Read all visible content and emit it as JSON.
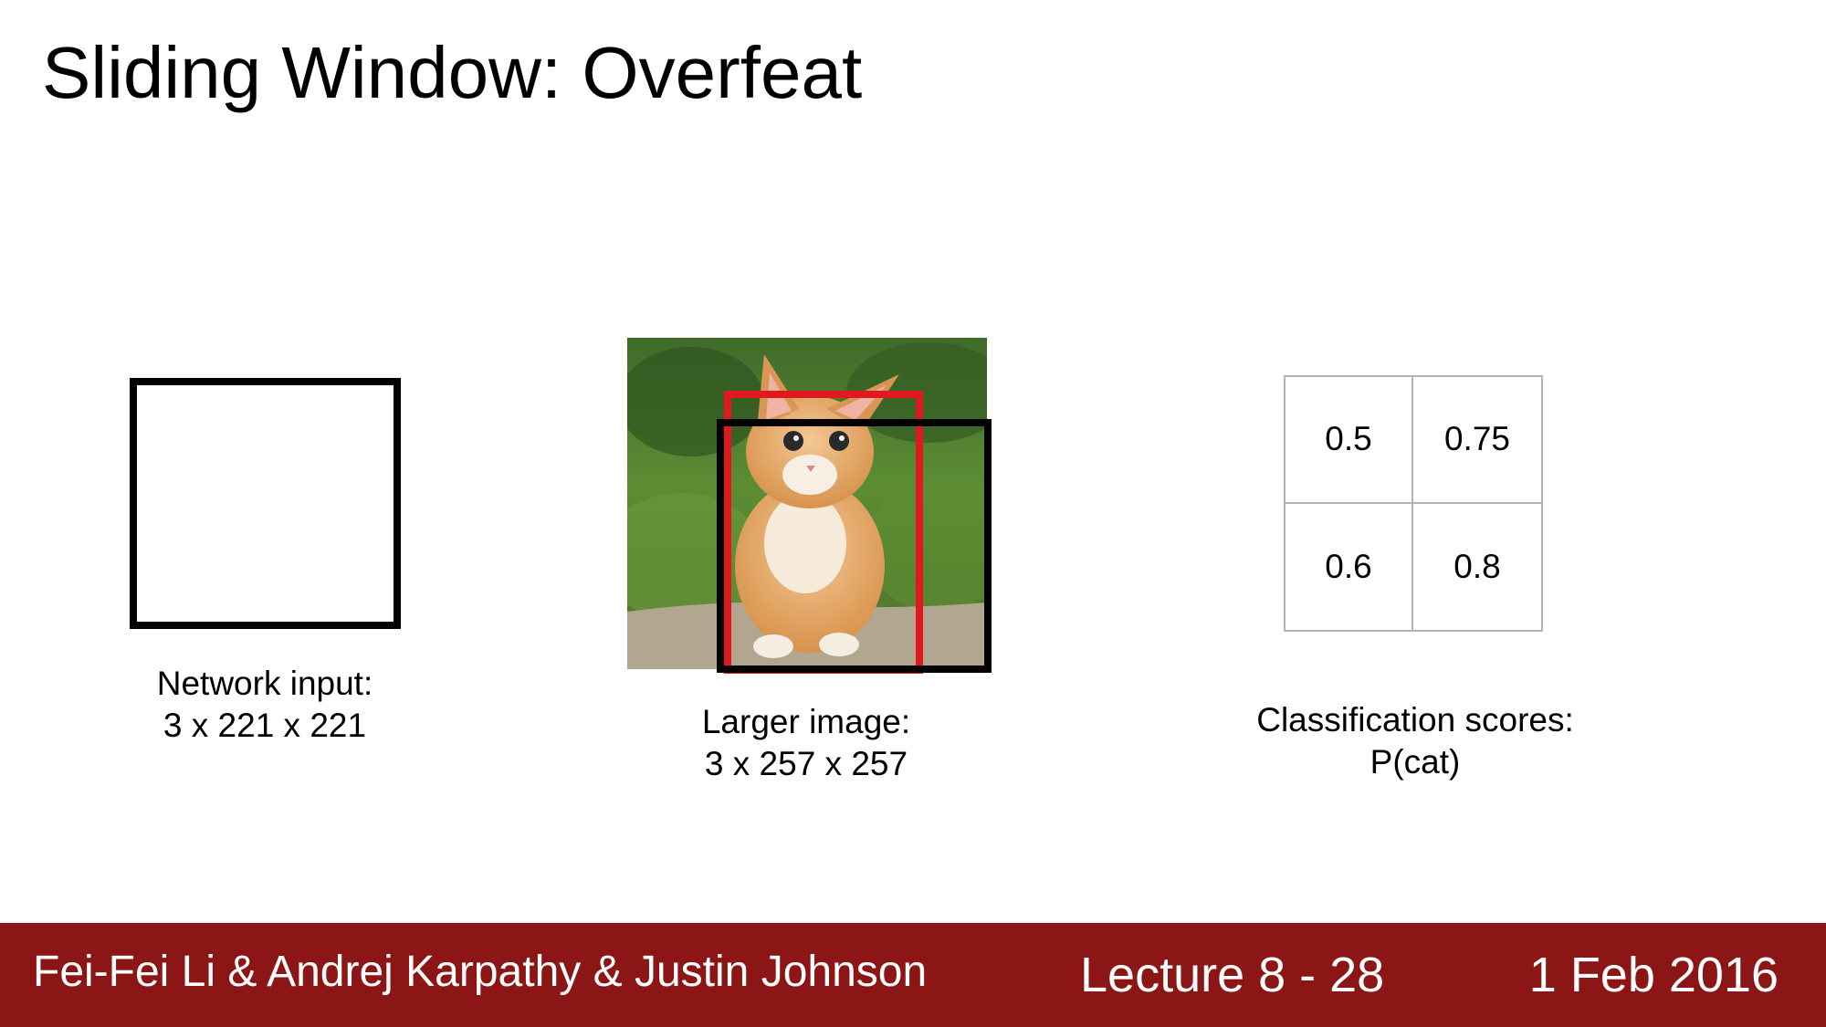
{
  "title": "Sliding Window: Overfeat",
  "network_input": {
    "label_line1": "Network input:",
    "label_line2": "3 x 221 x 221"
  },
  "larger_image": {
    "label_line1": "Larger image:",
    "label_line2": "3 x 257 x 257",
    "window_colors": [
      "#e0191f",
      "#000000"
    ]
  },
  "classification": {
    "label_line1": "Classification scores:",
    "label_line2": "P(cat)",
    "scores": [
      "0.5",
      "0.75",
      "0.6",
      "0.8"
    ]
  },
  "footer": {
    "authors": "Fei-Fei Li & Andrej Karpathy & Justin Johnson",
    "lecture": "Lecture 8 - 28",
    "date": "1 Feb 2016",
    "background_color": "#8c1515"
  }
}
